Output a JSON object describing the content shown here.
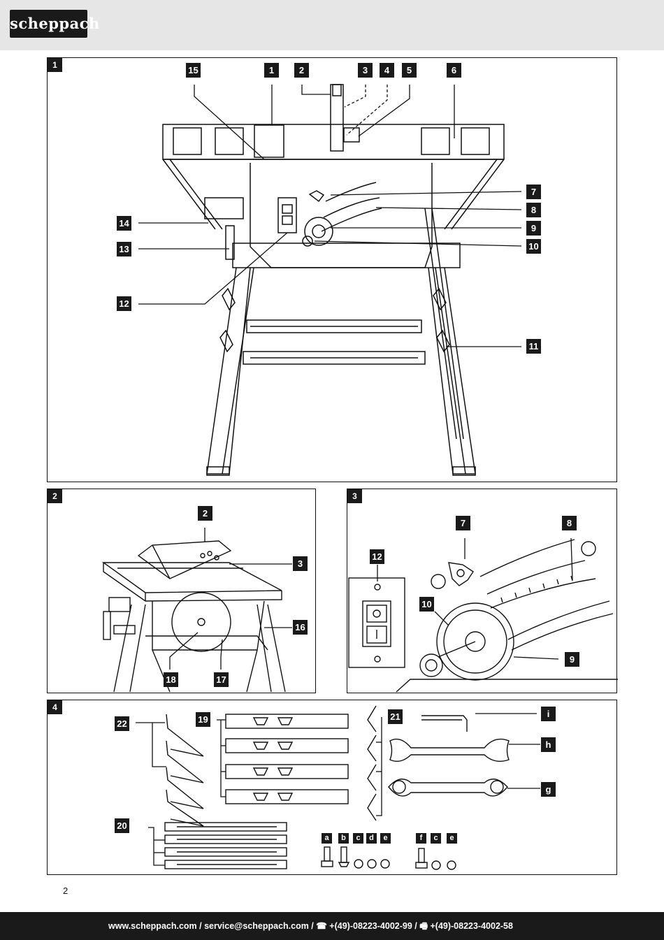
{
  "header": {
    "logo_text": "scheppach"
  },
  "figure1": {
    "number": "1",
    "labels": [
      "15",
      "1",
      "2",
      "3",
      "4",
      "5",
      "6",
      "7",
      "8",
      "9",
      "10",
      "11",
      "12",
      "13",
      "14"
    ]
  },
  "figure2": {
    "number": "2",
    "labels": [
      "2",
      "3",
      "16",
      "18",
      "17"
    ]
  },
  "figure3": {
    "number": "3",
    "labels": [
      "7",
      "8",
      "12",
      "10",
      "9"
    ]
  },
  "figure4": {
    "number": "4",
    "labels": [
      "22",
      "19",
      "21",
      "i",
      "h",
      "g",
      "20"
    ],
    "hardware_labels": [
      "a",
      "b",
      "c",
      "d",
      "e",
      "f",
      "c",
      "e"
    ]
  },
  "page_number": "2",
  "footer": {
    "contact": "www.scheppach.com / service@scheppach.com / ☎ +(49)-08223-4002-99 / 🖷 +(49)-08223-4002-58"
  },
  "colors": {
    "dark": "#1a1a1a",
    "header_bg": "#e6e6e6"
  }
}
